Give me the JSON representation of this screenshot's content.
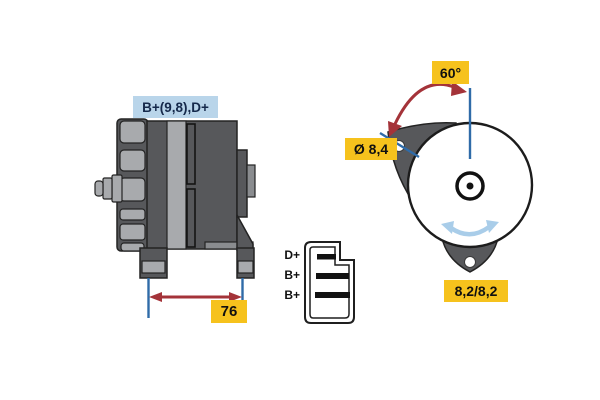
{
  "diagram": {
    "side_view": {
      "terminal_label": "B+(9,8),D+",
      "dimension_mm": "76"
    },
    "connector": {
      "pins": [
        {
          "label": "D+"
        },
        {
          "label": "B+"
        },
        {
          "label": "B+"
        }
      ]
    },
    "front_view": {
      "angle": "60°",
      "hole_diameter": "Ø 8,4",
      "mounting_dimension": "8,2/8,2"
    },
    "colors": {
      "label_yellow": "#f6c21d",
      "label_blue_bg": "#b9d5ea",
      "label_blue_text": "#15294b",
      "dimension_red": "#a43339",
      "reference_blue": "#2f6ba8",
      "rotation_arrow_blue": "#a9cde9",
      "housing_dark_gray": "#57585b",
      "housing_light_gray": "#a8aaad"
    }
  }
}
